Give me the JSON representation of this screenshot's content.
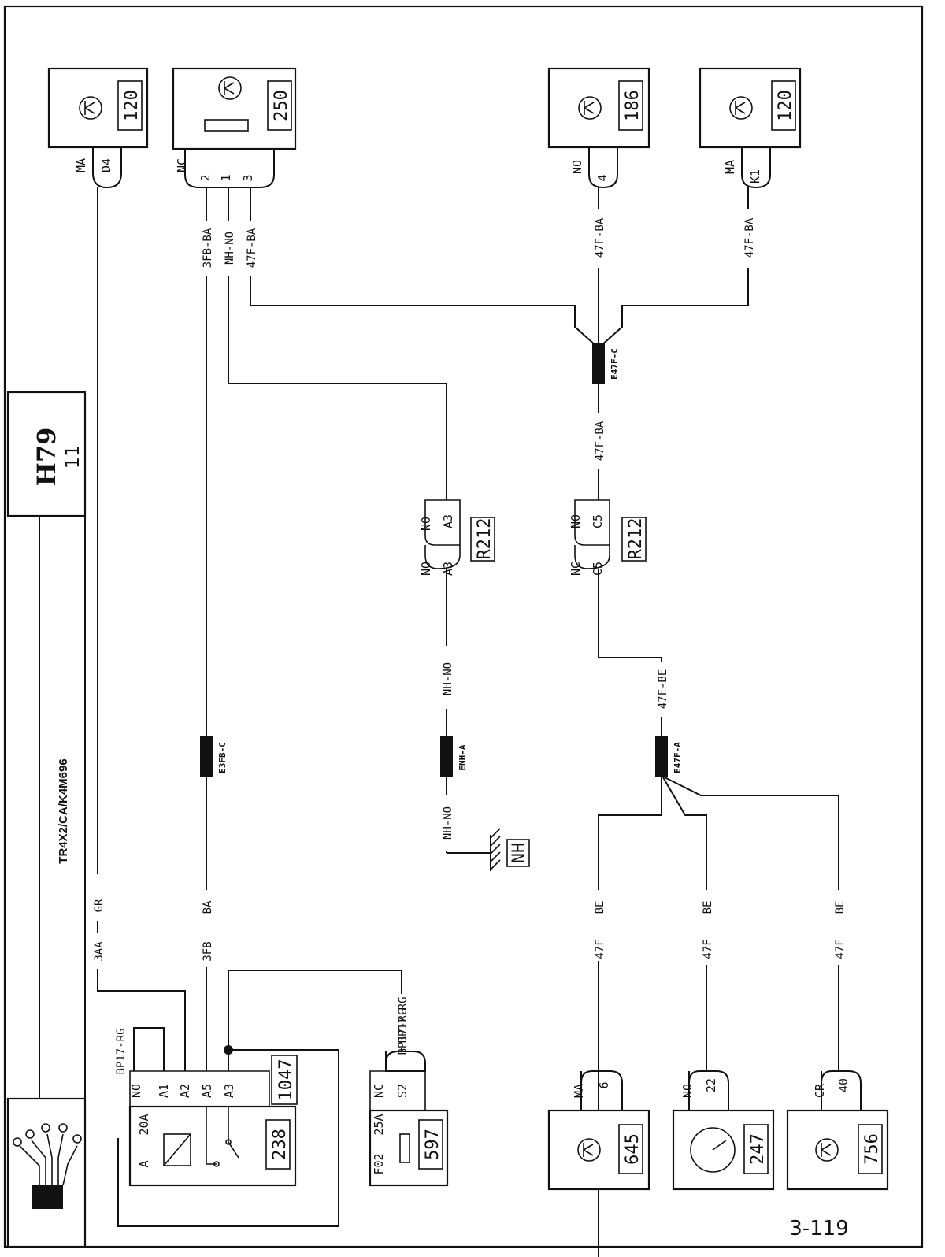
{
  "header": {
    "title": "H79",
    "subtitle": "11",
    "code": "TR4X2/CA/K4M696"
  },
  "page_number": "3-119",
  "components": {
    "c120_top": "120",
    "c250": "250",
    "c186": "186",
    "c120_k1": "120",
    "c238": "238",
    "c1047": "1047",
    "c597": "597",
    "c645": "645",
    "c247": "247",
    "c756": "756",
    "r212_a": "R212",
    "r212_b": "R212",
    "ground": "NH"
  },
  "connectors": {
    "c120_top_color": "MA",
    "c120_top_pin": "D4",
    "c250_color": "NC",
    "c250_pins": [
      "2",
      "1",
      "3"
    ],
    "c186_color": "NO",
    "c186_pin": "4",
    "c120_k1_color": "MA",
    "c120_k1_pin": "K1",
    "r212_a_left_color": "NO",
    "r212_a_left_pin": "A3",
    "r212_a_right_color": "NO",
    "r212_a_right_pin": "A3",
    "r212_b_left_color": "NC",
    "r212_b_left_pin": "C5",
    "r212_b_right_color": "NO",
    "r212_b_right_pin": "C5",
    "c238_color": "NO",
    "c238_fuse": "20A",
    "c238_a": "A",
    "c238_pins": [
      "A1",
      "A2",
      "A5",
      "A3"
    ],
    "c597_color": "NC",
    "c597_pin": "S2",
    "c597_fuse": "25A",
    "c597_ref": "F02",
    "c645_color": "MA",
    "c645_pin": "6",
    "c247_color": "NO",
    "c247_pin": "22",
    "c756_color": "CR",
    "c756_pin": "40"
  },
  "wires": {
    "w_3fb_ba_top": "3FB-BA",
    "w_nh_no_top": "NH-NO",
    "w_47f_ba_top": "47F-BA",
    "w_47f_ba_186": "47F-BA",
    "w_47f_ba_k1": "47F-BA",
    "w_47f_ba_mid": "47F-BA",
    "w_3aa": "3AA",
    "w_gr": "GR",
    "w_3fb": "3FB",
    "w_ba": "BA",
    "w_nh_no_mid": "NH-NO",
    "w_nh_no_low": "NH-NO",
    "w_47f_be": "47F-BE",
    "w_47f_1": "47F",
    "w_be_1": "BE",
    "w_47f_2": "47F",
    "w_be_2": "BE",
    "w_47f_3": "47F",
    "w_be_3": "BE",
    "w_bp17_rg_left": "BP17-RG",
    "w_bp17_rg_right": "BP17-RG",
    "w_bp17_rg_597": "BP17-RG"
  },
  "splices": {
    "e47f_c": "E47F-C",
    "e3fb_c": "E3FB-C",
    "enh_a": "ENH-A",
    "e47f_a": "E47F-A"
  }
}
